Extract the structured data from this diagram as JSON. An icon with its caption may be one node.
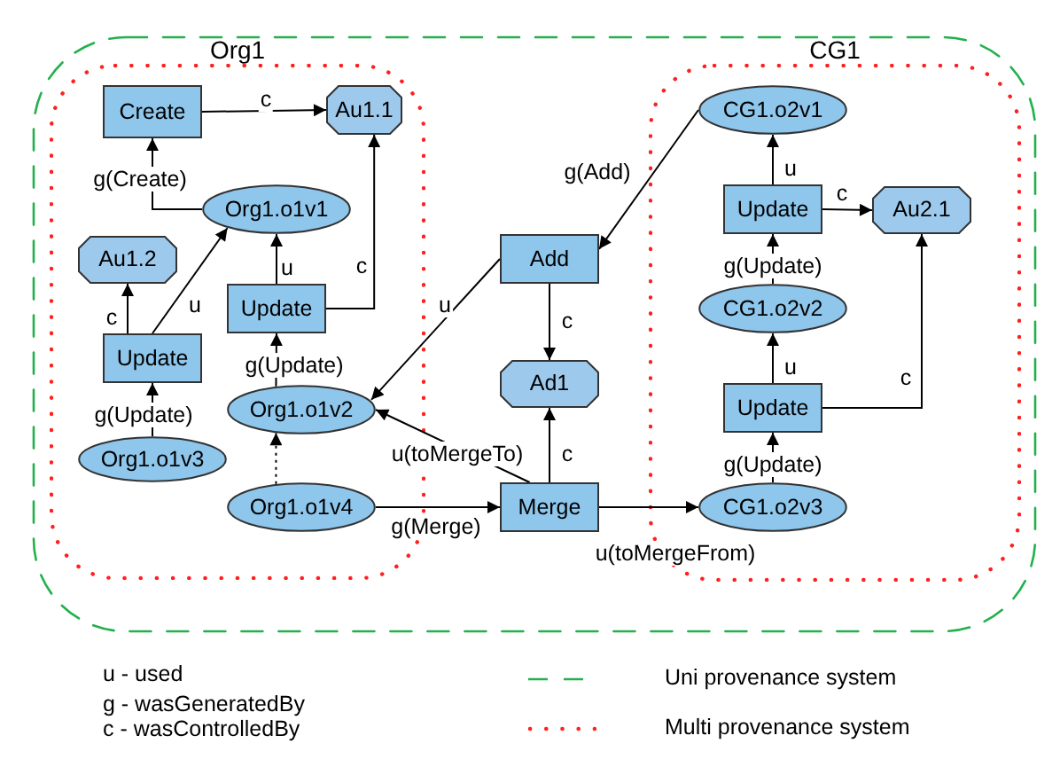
{
  "diagram": {
    "nodes": [
      {
        "text": [],
        "shape": "box"
      },
      {
        "text": [
          "Org1"
        ],
        "in": 0
      },
      {
        "text": [
          "CG1"
        ],
        "in": 0
      },
      {
        "text": [
          "Create"
        ],
        "in": 1
      },
      {
        "text": [
          "Au1.1"
        ],
        "in": 1
      },
      {
        "text": [
          "Org1.o1v1"
        ],
        "in": 1
      },
      {
        "text": [
          "Au1.2"
        ],
        "in": 1
      },
      {
        "text": [
          "Update"
        ],
        "in": 1
      },
      {
        "text": [
          "Update"
        ],
        "in": 1
      },
      {
        "text": [
          "Org1.o1v2"
        ],
        "in": 1
      },
      {
        "text": [
          "Org1.o1v3"
        ],
        "in": 1
      },
      {
        "text": [
          "Org1.o1v4"
        ],
        "in": 1
      },
      {
        "text": [
          "Add"
        ],
        "in": 0
      },
      {
        "text": [
          "Ad1"
        ],
        "in": 0
      },
      {
        "text": [
          "Merge"
        ],
        "in": 0
      },
      {
        "text": [
          "CG1.o2v1"
        ],
        "in": 2
      },
      {
        "text": [
          "Update"
        ],
        "in": 2
      },
      {
        "text": [
          "Au2.1"
        ],
        "in": 2
      },
      {
        "text": [
          "CG1.o2v2"
        ],
        "in": 2
      },
      {
        "text": [
          "Update"
        ],
        "in": 2
      },
      {
        "text": [
          "CG1.o2v3"
        ],
        "in": 2
      }
    ],
    "edges": [
      {
        "from": 3,
        "to": 4,
        "arrow": "to",
        "label": "c"
      },
      {
        "from": 5,
        "to": 3,
        "arrow": "to",
        "label": "g(Create)"
      },
      {
        "from": 8,
        "to": 5,
        "arrow": "to",
        "label": "u"
      },
      {
        "from": 8,
        "to": 4,
        "arrow": "to",
        "label": "c"
      },
      {
        "from": 7,
        "to": 6,
        "arrow": "to",
        "label": "c"
      },
      {
        "from": 7,
        "to": 5,
        "arrow": "to",
        "label": "u"
      },
      {
        "from": 10,
        "to": 7,
        "arrow": "to",
        "label": "g(Update)"
      },
      {
        "from": 9,
        "to": 8,
        "arrow": "to",
        "label": "g(Update)"
      },
      {
        "from": 11,
        "to": 9,
        "arrow": "to",
        "style": "dashed"
      },
      {
        "from": 11,
        "to": 14,
        "arrow": "to",
        "label": "g(Merge)"
      },
      {
        "from": 12,
        "to": 9,
        "arrow": "to",
        "label": "u"
      },
      {
        "from": 12,
        "to": 13,
        "arrow": "to",
        "label": "c"
      },
      {
        "from": 14,
        "to": 13,
        "arrow": "to",
        "label": "c"
      },
      {
        "from": 14,
        "to": 9,
        "arrow": "to",
        "label": "u(toMergeTo)"
      },
      {
        "from": 14,
        "to": 20,
        "arrow": "to",
        "label": "u(toMergeFrom)"
      },
      {
        "from": 15,
        "to": 12,
        "arrow": "to",
        "label": "g(Add)"
      },
      {
        "from": 16,
        "to": 15,
        "arrow": "to",
        "label": "u"
      },
      {
        "from": 16,
        "to": 17,
        "arrow": "to",
        "label": "c"
      },
      {
        "from": 18,
        "to": 16,
        "arrow": "to",
        "label": "g(Update)"
      },
      {
        "from": 19,
        "to": 18,
        "arrow": "to",
        "label": "u"
      },
      {
        "from": 19,
        "to": 17,
        "arrow": "to",
        "label": "c"
      },
      {
        "from": 20,
        "to": 19,
        "arrow": "to",
        "label": "g(Update)"
      }
    ],
    "labels": [
      "u - used",
      "g - wasGeneratedBy",
      "c - wasControlledBy"
    ],
    "legend": [
      {
        "text": "Uni provenance system"
      },
      {
        "text": "Multi provenance system"
      }
    ]
  }
}
